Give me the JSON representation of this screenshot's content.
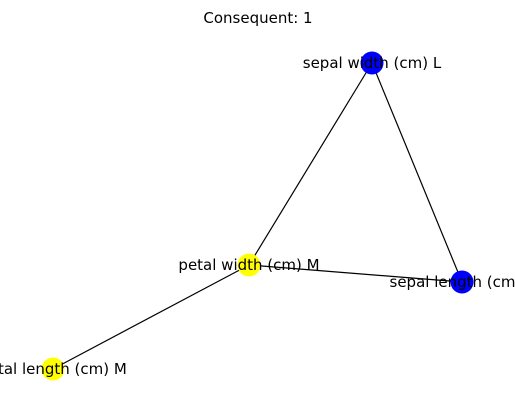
{
  "title": "Consequent: 1",
  "colors": {
    "node_blue": "#0000ff",
    "node_yellow": "#ffff00",
    "edge": "#000000",
    "label": "#000000"
  },
  "nodes": [
    {
      "id": "sepal-width",
      "label": "sepal width (cm) L",
      "color": "#0000ff"
    },
    {
      "id": "petal-width",
      "label": "petal width (cm) M",
      "color": "#ffff00"
    },
    {
      "id": "sepal-length",
      "label": "sepal length (cm) L",
      "color": "#0000ff"
    },
    {
      "id": "petal-length",
      "label": "petal length (cm) M",
      "color": "#ffff00"
    }
  ],
  "edges": [
    {
      "source": "sepal-width",
      "target": "petal-width"
    },
    {
      "source": "sepal-width",
      "target": "sepal-length"
    },
    {
      "source": "petal-width",
      "target": "sepal-length"
    },
    {
      "source": "petal-width",
      "target": "petal-length"
    }
  ]
}
